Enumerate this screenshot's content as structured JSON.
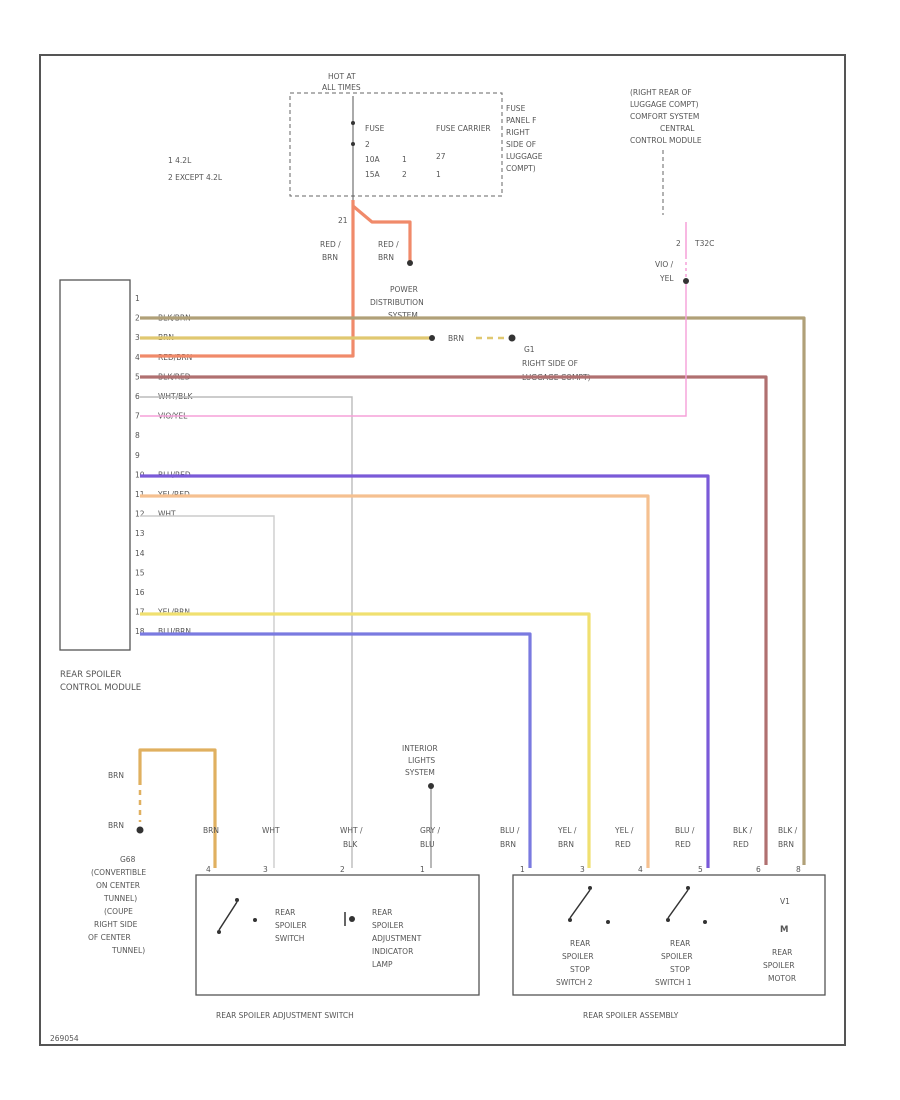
{
  "fuse_box": {
    "hot_at_line1": "HOT AT",
    "hot_at_line2": "ALL TIMES",
    "fuse_label": "FUSE",
    "fuse_number": "2",
    "rating_1": "10A",
    "rating_2": "15A",
    "qty_1": "1",
    "qty_2": "2",
    "fuse_carrier": "FUSE CARRIER",
    "carrier_num": "27",
    "carrier_1": "1",
    "panel_lines": [
      "FUSE",
      "PANEL F",
      "RIGHT",
      "SIDE OF",
      "LUGGAGE",
      "COMPT)"
    ]
  },
  "legend": {
    "note_1": "1 4.2L",
    "note_2": "2 EXCEPT 4.2L"
  },
  "comfort_module": {
    "lines": [
      "(RIGHT REAR OF",
      "LUGGAGE COMPT)",
      "COMFORT SYSTEM",
      "CENTRAL",
      "CONTROL MODULE"
    ],
    "pin": "T32C",
    "pin_num": "2",
    "wire_code": "VIO /",
    "wire_code2": "YEL"
  },
  "pde": {
    "lines": [
      "POWER",
      "DISTRIBUTION",
      "SYSTEM"
    ],
    "wire_left_1": "RED /",
    "wire_left_2": "BRN",
    "wire_right_1": "RED /",
    "wire_right_2": "BRN",
    "splice": "21"
  },
  "ground_g1": {
    "id": "G1",
    "lines": [
      "RIGHT SIDE OF",
      "LUGGAGE COMPT)"
    ],
    "wire": "BRN"
  },
  "control_module": {
    "title_1": "REAR SPOILER",
    "title_2": "CONTROL MODULE",
    "pins": [
      {
        "n": "1",
        "c": ""
      },
      {
        "n": "2",
        "c": "BLK/BRN"
      },
      {
        "n": "3",
        "c": "BRN"
      },
      {
        "n": "4",
        "c": "RED/BRN"
      },
      {
        "n": "5",
        "c": "BLK/RED"
      },
      {
        "n": "6",
        "c": "WHT/BLK"
      },
      {
        "n": "7",
        "c": "VIO/YEL"
      },
      {
        "n": "8",
        "c": ""
      },
      {
        "n": "9",
        "c": ""
      },
      {
        "n": "10",
        "c": "BLU/RED"
      },
      {
        "n": "11",
        "c": "YEL/RED"
      },
      {
        "n": "12",
        "c": "WHT"
      },
      {
        "n": "13",
        "c": ""
      },
      {
        "n": "14",
        "c": ""
      },
      {
        "n": "15",
        "c": ""
      },
      {
        "n": "16",
        "c": ""
      },
      {
        "n": "17",
        "c": "YEL/BRN"
      },
      {
        "n": "18",
        "c": "BLU/BRN"
      }
    ]
  },
  "interior_lights": {
    "lines": [
      "INTERIOR",
      "LIGHTS",
      "SYSTEM"
    ]
  },
  "ground_g68": {
    "id": "G68",
    "lines": [
      "(CONVERTIBLE",
      "ON CENTER",
      "TUNNEL)",
      "(COUPE",
      "RIGHT SIDE",
      "OF CENTER",
      "TUNNEL)"
    ],
    "wire_1": "BRN",
    "wire_2": "BRN"
  },
  "adj_switch": {
    "wire_labels": [
      [
        "BRN"
      ],
      [
        "WHT"
      ],
      [
        "WHT /",
        "BLK"
      ],
      [
        "GRY /",
        "BLU"
      ]
    ],
    "pins": [
      "4",
      "3",
      "2",
      "1"
    ],
    "switch_label": [
      "REAR",
      "SPOILER",
      "SWITCH"
    ],
    "lamp_label": [
      "REAR",
      "SPOILER",
      "ADJUSTMENT",
      "INDICATOR",
      "LAMP"
    ],
    "title": "REAR SPOILER ADJUSTMENT SWITCH"
  },
  "assembly": {
    "wire_labels": [
      [
        "BLU /",
        "BRN"
      ],
      [
        "YEL /",
        "BRN"
      ],
      [
        "YEL /",
        "RED"
      ],
      [
        "BLU /",
        "RED"
      ],
      [
        "BLK /",
        "RED"
      ],
      [
        "BLK /",
        "BRN"
      ]
    ],
    "pins": [
      "1",
      "3",
      "4",
      "5",
      "6",
      "8"
    ],
    "stop2_label": [
      "REAR",
      "SPOILER",
      "STOP",
      "SWITCH 2"
    ],
    "stop1_label": [
      "REAR",
      "SPOILER",
      "STOP",
      "SWITCH 1"
    ],
    "motor_id": "V1",
    "motor_symbol": "M",
    "motor_label": [
      "REAR",
      "SPOILER",
      "MOTOR"
    ],
    "title": "REAR SPOILER ASSEMBLY"
  },
  "footer_code": "269054",
  "colors": {
    "red_brn": "#f08a6a",
    "blk_brn": "#b0a078",
    "brn": "#e0c870",
    "blk_red": "#b07070",
    "wht_blk": "#bbbbbb",
    "vio_yel": "#f5a0d8",
    "blu_red": "#7a5ad8",
    "yel_red": "#f5c090",
    "yel_brn": "#f0e070",
    "blu_brn": "#7a7ae0",
    "wht": "#cccccc",
    "border": "#555555"
  }
}
